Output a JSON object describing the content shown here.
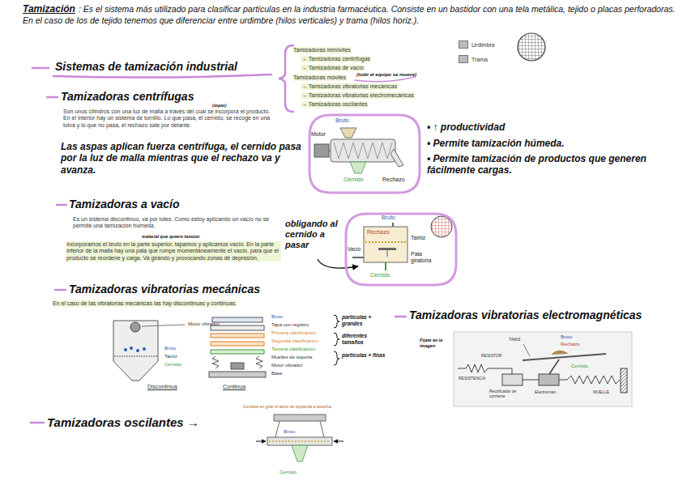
{
  "diagram": {
    "title": "Tamización",
    "nodes": [
      {
        "text": [
          "Bruto",
          "Motor",
          "Cernido",
          "Rechazo"
        ]
      },
      {
        "text": [
          "Bruto",
          "Rechazo",
          "Tamiz",
          "Vacío",
          "Cernido",
          "Pala giratoria"
        ]
      }
    ],
    "labels": [
      ": Es el sistema más utilizado para clasificar partículas en la industria farmacéutica. Consiste en un bastidor con una tela metálica, tejido o placas perforadoras. En el caso de los de tejido tenemos que diferenciar entre urdimbre (hilos verticales) y trama (hilos horiz.).",
      "Sistemas de tamización industrial",
      "Tamizadoras inmóviles",
      "→ Tamizadoras centrífugas",
      "→ Tamizadoras de vacío",
      "Tamizadoras móviles",
      "(todo el equipo se mueve)",
      "→ Tamizadoras vibratorias mecánicas",
      "→ Tamizadoras vibratorias electromecánicas",
      "→ Tamizadoras oscilantes",
      "Tamizadoras centrífugas",
      "Son unos cilindros con una luz de malla a través del cual se incorpora el producto. En el interior hay un sistema de tornillo. Lo que pasa, el cernido, se recoge en una tolva y lo que no pasa, el rechazo sale por delante.",
      "(aspas)",
      "Las aspas aplican fuerza centrífuga, el cernido pasa por la luz de malla mientras que el rechazo va y avanza.",
      "• ↑ productividad",
      "• Permite tamización húmeda.",
      "• Permite tamización de productos que generen fácilmente cargas.",
      "Tamizadoras a vacío",
      "Es un sistema discontinuo, va por lotes. Como estoy aplicando un vacío no se permite una tamización húmeda.",
      "material que quiero tamizar",
      "Incorporamos el bruto en la parte superior, tapamos y aplicamos vacío. En la parte inferior de la malla hay una pala que rompe momentáneamente el vacío, para que el producto se reordene y caiga. Va girando y provocando zonas de depresión.",
      "obligando al cernido a pasar",
      "Tamizadoras vibratorias mecánicas",
      "En el caso de las vibratorias mecánicas las hay discontinuas y continuas.",
      "Motor vibrador",
      "Bruto",
      "Tamiz",
      "Cernido",
      "Discontinua",
      "Bruto",
      "Tapa con registro",
      "Primera clasificación",
      "Segunda clasificación",
      "Tercera clasificación",
      "Muelles de soporte",
      "Motor vibrador",
      "Base",
      "Continua",
      "partículas + grandes",
      "diferentes tamaños",
      "partículas + finas",
      "Tamizadoras vibratorias electromagnéticas",
      "Fíjate en la imagen",
      "TAMIZ",
      "Bruto",
      "Rechazo",
      "Cernido",
      "RESISTOR",
      "RESISTENCIA",
      "Rectificador de corriente",
      "Electroimán",
      "MUELLE",
      "Tamizadoras oscilantes →",
      "Consiste en girar el tamiz de izquierda a derecha.",
      "Bruto",
      "Cernido"
    ],
    "legend": [
      {
        "text": "Urdimbre"
      },
      {
        "text": "Trama"
      }
    ]
  }
}
